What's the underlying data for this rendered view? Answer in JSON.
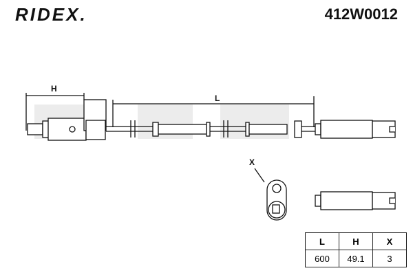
{
  "brand": "RIDEX.",
  "part_number": "412W0012",
  "dimension_labels": {
    "h": "H",
    "l": "L",
    "x": "X"
  },
  "table": {
    "headers": [
      "L",
      "H",
      "X"
    ],
    "values": [
      "600",
      "49.1",
      "3"
    ]
  }
}
